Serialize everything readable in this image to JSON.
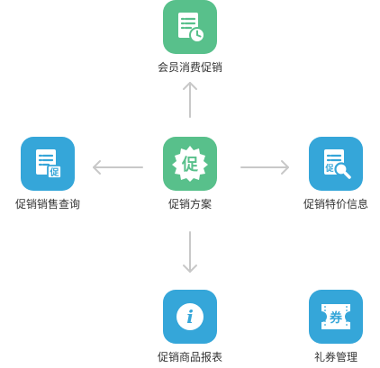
{
  "colors": {
    "green": "#58c08b",
    "blue": "#35a6d9",
    "arrow": "#c8c8c8",
    "text": "#333333"
  },
  "nodes": {
    "top": {
      "label": "会员消费促销",
      "icon": "document-clock-icon"
    },
    "center": {
      "label": "促销方案",
      "icon": "badge-icon",
      "glyph": "促"
    },
    "left": {
      "label": "促销销售查询",
      "icon": "document-badge-icon",
      "glyph": "促"
    },
    "right": {
      "label": "促销特价信息",
      "icon": "document-search-icon",
      "glyph": "促"
    },
    "bottom": {
      "label": "促销商品报表",
      "icon": "info-icon",
      "glyph": "i"
    },
    "corner": {
      "label": "礼券管理",
      "icon": "coupon-icon",
      "glyph": "券"
    }
  }
}
